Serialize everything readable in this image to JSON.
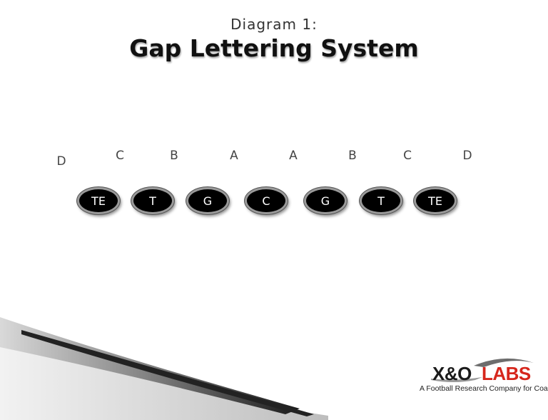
{
  "subtitle": "Diagram 1:",
  "title": "Gap Lettering System",
  "gaps": [
    "D",
    "C",
    "B",
    "A",
    "A",
    "B",
    "C",
    "D"
  ],
  "players": [
    "TE",
    "T",
    "G",
    "C",
    "G",
    "T",
    "TE"
  ],
  "logo": {
    "brand_prefix": "X&O",
    "brand_suffix": "LABS",
    "tagline": "A Football Research Company for Coaches"
  },
  "colors": {
    "player_fill": "#000000",
    "player_ring": "#9a9a9a",
    "logo_red": "#d6261c"
  }
}
